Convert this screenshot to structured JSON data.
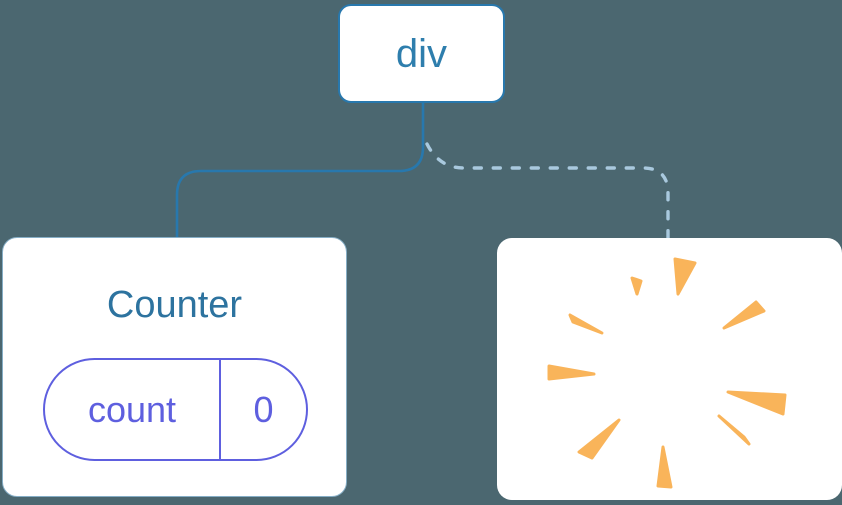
{
  "diagram": {
    "description": "React render tree: div root keeps Counter child (solid edge) while second child is removed (dashed edge to poof burst)",
    "root": {
      "label": "div"
    },
    "children": [
      {
        "type": "component",
        "title": "Counter",
        "edge": "solid",
        "state": {
          "name": "count",
          "value": "0"
        }
      },
      {
        "type": "removed",
        "icon": "poof-icon",
        "edge": "dashed"
      }
    ]
  },
  "colors": {
    "background": "#4b6770",
    "node_border": "#2878ad",
    "node_text": "#2e7ead",
    "edge_kept": "#2878ad",
    "edge_removed": "#a9c9de",
    "card_background": "#ffffff",
    "card_border": "#86aec6",
    "component_title": "#2d739f",
    "state_accent": "#5e5fdf",
    "poof": "#f9b45a"
  }
}
